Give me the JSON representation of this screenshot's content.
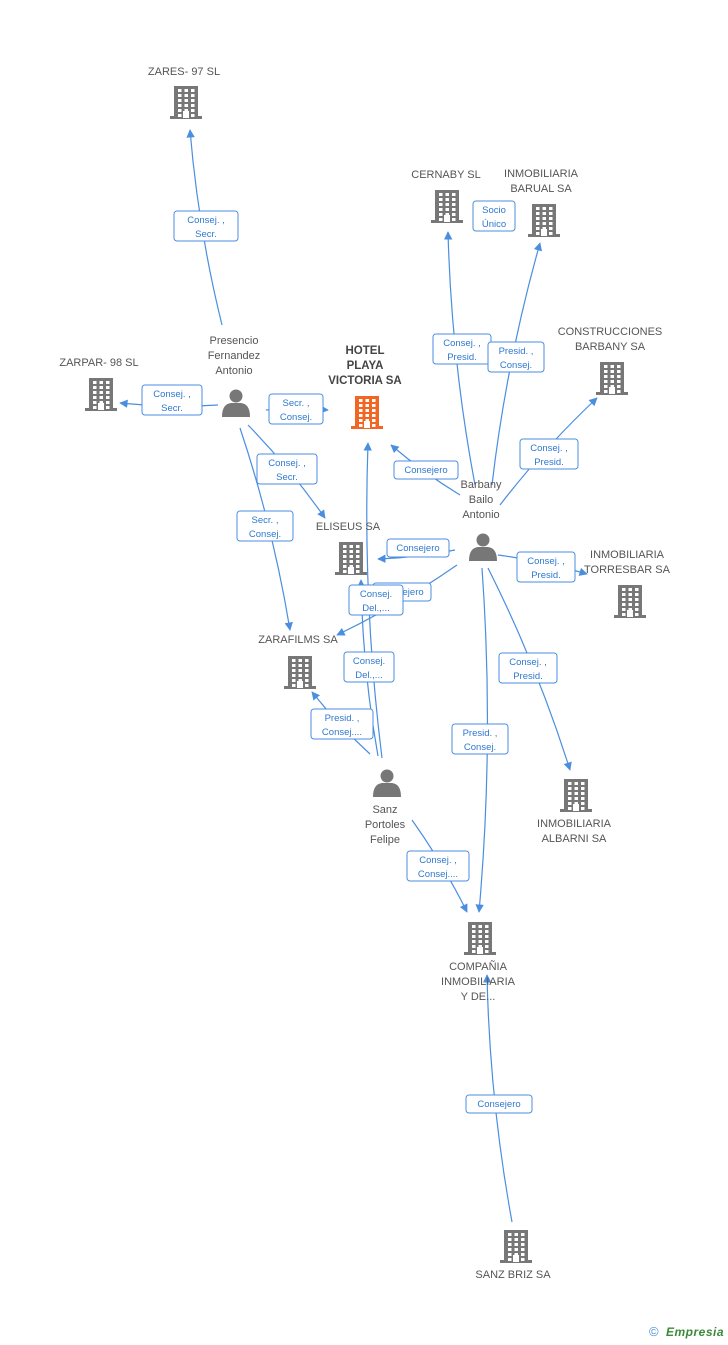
{
  "nodes": {
    "zares": {
      "label": [
        "ZARES- 97 SL"
      ],
      "kind": "company"
    },
    "cernaby": {
      "label": [
        "CERNABY SL"
      ],
      "kind": "company"
    },
    "barual": {
      "label": [
        "INMOBILIARIA",
        "BARUAL SA"
      ],
      "kind": "company"
    },
    "construcciones": {
      "label": [
        "CONSTRUCCIONES",
        "BARBANY SA"
      ],
      "kind": "company"
    },
    "zarpar": {
      "label": [
        "ZARPAR- 98 SL"
      ],
      "kind": "company"
    },
    "presencio": {
      "label": [
        "Presencio",
        "Fernandez",
        "Antonio"
      ],
      "kind": "person"
    },
    "hotel": {
      "label": [
        "HOTEL",
        "PLAYA",
        "VICTORIA SA"
      ],
      "kind": "focus"
    },
    "barbany": {
      "label": [
        "Barbany",
        "Bailo",
        "Antonio"
      ],
      "kind": "person"
    },
    "eliseus": {
      "label": [
        "ELISEUS SA"
      ],
      "kind": "company"
    },
    "torresbar": {
      "label": [
        "INMOBILIARIA",
        "TORRESBAR SA"
      ],
      "kind": "company"
    },
    "zarafilms": {
      "label": [
        "ZARAFILMS SA"
      ],
      "kind": "company"
    },
    "albarni": {
      "label": [
        "INMOBILIARIA",
        "ALBARNI SA"
      ],
      "kind": "company"
    },
    "sanz": {
      "label": [
        "Sanz",
        "Portoles",
        "Felipe"
      ],
      "kind": "person"
    },
    "compania": {
      "label": [
        "COMPAÑIA",
        "INMOBILIARIA",
        "Y DE..."
      ],
      "kind": "company"
    },
    "sanzbriz": {
      "label": [
        "SANZ BRIZ SA"
      ],
      "kind": "company"
    }
  },
  "edges": [
    {
      "from": "presencio",
      "to": "zares",
      "label": [
        "Consej. ,",
        "Secr."
      ]
    },
    {
      "from": "presencio",
      "to": "zarpar",
      "label": [
        "Consej. ,",
        "Secr."
      ]
    },
    {
      "from": "presencio",
      "to": "hotel",
      "label": [
        "Secr. ,",
        "Consej."
      ]
    },
    {
      "from": "presencio",
      "to": "eliseus",
      "label": [
        "Consej. ,",
        "Secr."
      ]
    },
    {
      "from": "presencio",
      "to": "zarafilms",
      "label": [
        "Secr. ,",
        "Consej."
      ]
    },
    {
      "from": "barbany",
      "to": "cernaby",
      "label": [
        "Consej. ,",
        "Presid."
      ]
    },
    {
      "from": "barbany",
      "to": "cernaby",
      "label": [
        "Socio",
        "Único"
      ]
    },
    {
      "from": "barbany",
      "to": "barual",
      "label": [
        "Presid. ,",
        "Consej."
      ]
    },
    {
      "from": "barbany",
      "to": "construcciones",
      "label": [
        "Consej. ,",
        "Presid."
      ]
    },
    {
      "from": "barbany",
      "to": "hotel",
      "label": [
        "Consejero"
      ]
    },
    {
      "from": "barbany",
      "to": "eliseus",
      "label": [
        "Consejero"
      ]
    },
    {
      "from": "barbany",
      "to": "zarafilms",
      "label": [
        "Consejero"
      ]
    },
    {
      "from": "barbany",
      "to": "torresbar",
      "label": [
        "Consej. ,",
        "Presid."
      ]
    },
    {
      "from": "barbany",
      "to": "albarni",
      "label": [
        "Consej. ,",
        "Presid."
      ]
    },
    {
      "from": "barbany",
      "to": "compania",
      "label": [
        "Presid. ,",
        "Consej."
      ]
    },
    {
      "from": "sanz",
      "to": "hotel",
      "label": [
        "Consej.",
        "Del.,..."
      ]
    },
    {
      "from": "sanz",
      "to": "eliseus",
      "label": [
        "Consej.",
        "Del.,..."
      ]
    },
    {
      "from": "sanz",
      "to": "zarafilms",
      "label": [
        "Presid. ,",
        "Consej...."
      ]
    },
    {
      "from": "sanz",
      "to": "compania",
      "label": [
        "Consej. ,",
        "Consej...."
      ]
    },
    {
      "from": "sanzbriz",
      "to": "compania",
      "label": [
        "Consejero"
      ]
    }
  ],
  "footer": {
    "copyright": "©",
    "brand": "Empresia"
  },
  "colors": {
    "edge": "#4a8ee0",
    "company": "#777777",
    "focus": "#f26522",
    "person": "#777777"
  }
}
